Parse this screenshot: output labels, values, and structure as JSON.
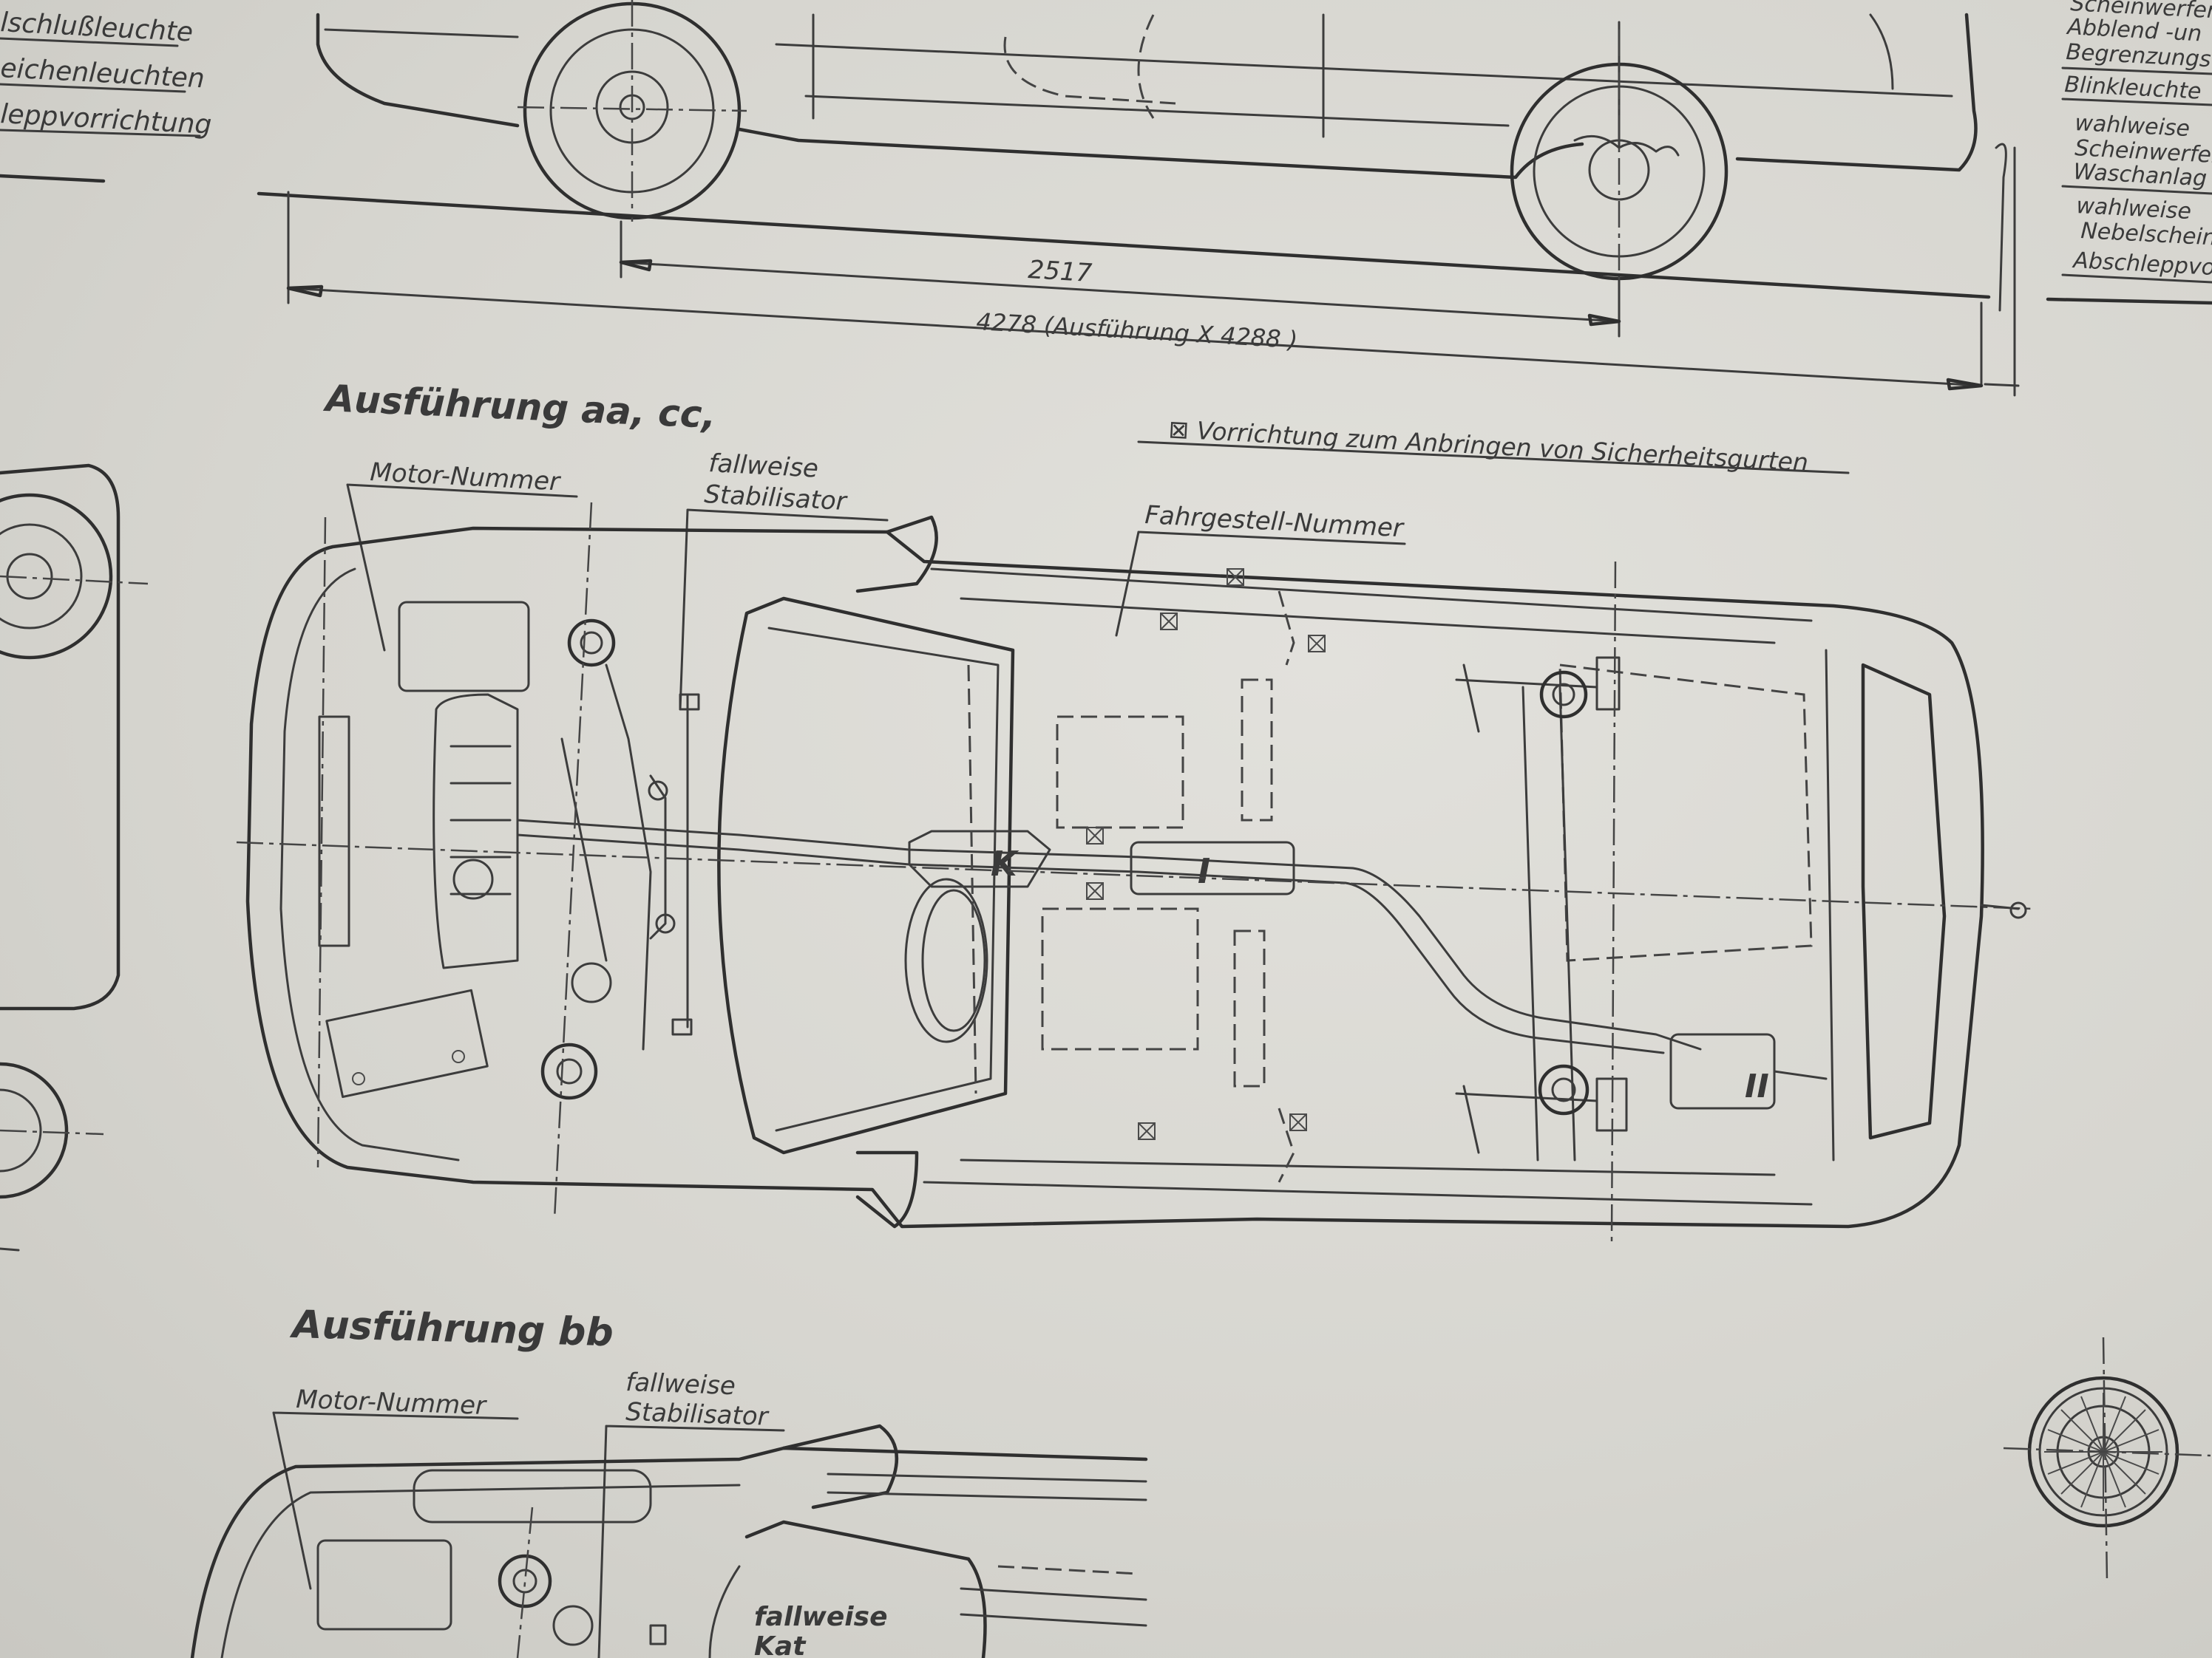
{
  "side_legend_left": [
    "lschlußleuchte",
    "eichenleuchten",
    "leppvorrichtung"
  ],
  "side_legend_right": [
    "Scheinwerfer",
    "Abblend -un",
    "Begrenzungs",
    "Blinkleuchte",
    "wahlweise",
    "Scheinwerfer",
    "Waschanlag",
    "wahlweise",
    "Nebelschein",
    "Abschleppvo"
  ],
  "dimensions": {
    "wheelbase": "2517",
    "length": "4278 (Ausführung X 4288 )"
  },
  "section_aa_cc": {
    "heading": "Ausführung aa, cc,",
    "motor_label": "Motor-Nummer",
    "stabilisator_label_1": "fallweise",
    "stabilisator_label_2": "Stabilisator",
    "chassis_label": "Fahrgestell-Nummer",
    "seatbelt_note": "⊠ Vorrichtung zum Anbringen von Sicherheitsgurten",
    "marker_k": "K",
    "marker_i": "I",
    "marker_ii": "II"
  },
  "section_bb": {
    "heading": "Ausführung bb",
    "motor_label": "Motor-Nummer",
    "stabilisator_label_1": "fallweise",
    "stabilisator_label_2": "Stabilisator",
    "kat_label_1": "fallweise",
    "kat_label_2": "Kat"
  }
}
